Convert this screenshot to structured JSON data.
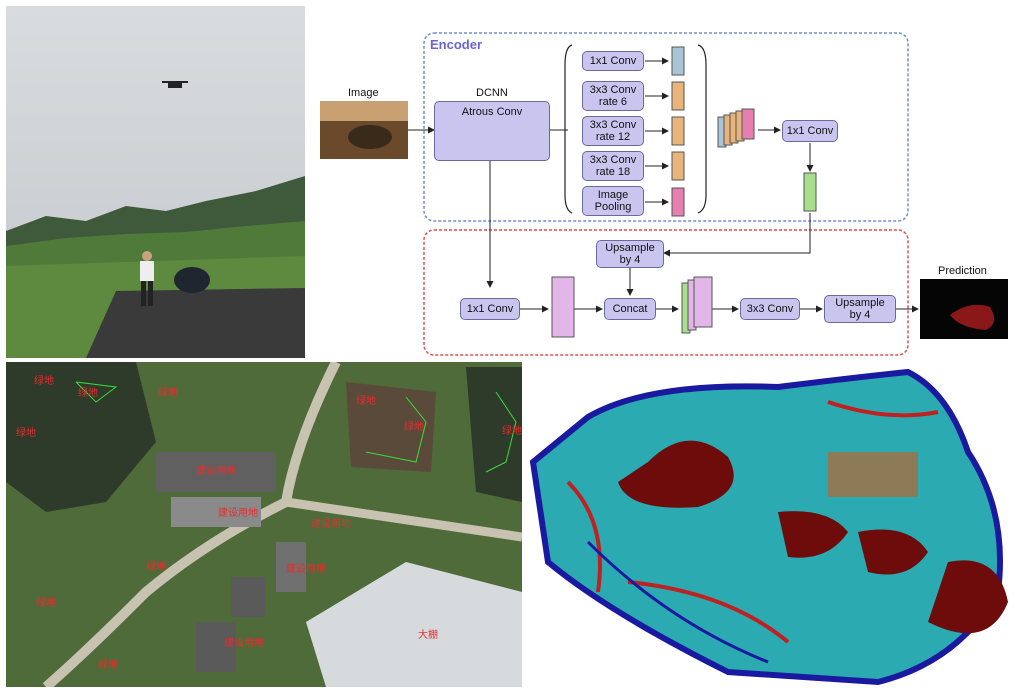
{
  "diagram": {
    "encoder_label": "Encoder",
    "image_label": "Image",
    "dcnn_label": "DCNN",
    "atrous_label": "Atrous Conv",
    "aspp": [
      "1x1 Conv",
      "3x3 Conv\nrate 6",
      "3x3 Conv\nrate 12",
      "3x3 Conv\nrate 18",
      "Image\nPooling"
    ],
    "enc_conv": "1x1 Conv",
    "upsample1": "Upsample\nby 4",
    "dec_conv": "1x1 Conv",
    "concat": "Concat",
    "conv33": "3x3 Conv",
    "upsample2": "Upsample\nby 4",
    "prediction": "Prediction",
    "colors": {
      "encoder_border": "#6f8fd0",
      "decoder_border": "#e05050",
      "box_fill": "#c9c5ef",
      "encoder_text": "#6a63d8"
    }
  },
  "aerial_map": {
    "labels": [
      "绿地",
      "绿地",
      "绿地",
      "绿地",
      "绿地",
      "绿地",
      "绿地",
      "建设用地",
      "建设用地",
      "建设用地",
      "建设用地",
      "建设用地",
      "大棚",
      "绿地",
      "绿地",
      "绿地"
    ]
  }
}
